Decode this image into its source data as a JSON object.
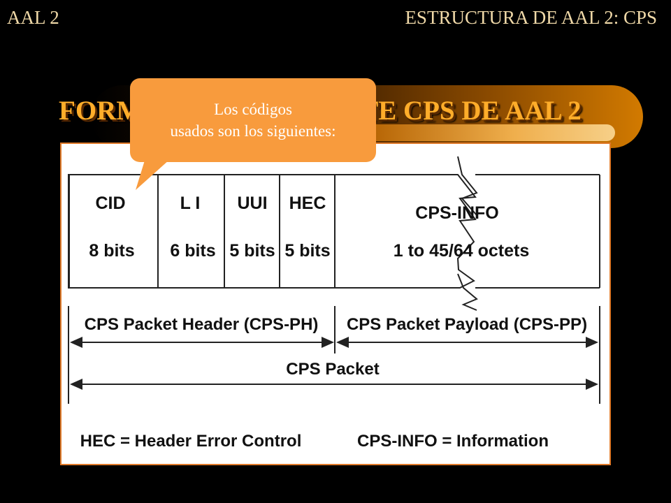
{
  "slide": {
    "header_left": "AAL 2",
    "header_right": "ESTRUCTURA DE AAL 2: CPS",
    "title": "FORMATO DEL PAQUETE CPS DE AAL 2",
    "callout_line1": "Los códigos",
    "callout_line2": "usados son los siguientes:"
  },
  "diagram": {
    "fields": [
      {
        "name": "CID",
        "size": "8 bits"
      },
      {
        "name": "L I",
        "size": "6 bits"
      },
      {
        "name": "UUI",
        "size": "5 bits"
      },
      {
        "name": "HEC",
        "size": "5 bits"
      },
      {
        "name": "CPS-INFO",
        "size": "1 to 45/64 octets"
      }
    ],
    "header_label": "CPS Packet Header (CPS-PH)",
    "payload_label": "CPS Packet Payload (CPS-PP)",
    "packet_label": "CPS Packet",
    "legend_hec": "HEC = Header Error Control",
    "legend_info": "CPS-INFO = Information"
  },
  "colors": {
    "header_text": "#f0d9a8",
    "title": "#ffad2a",
    "callout": "#f89b3d",
    "diagram_border": "#e07a2a"
  }
}
